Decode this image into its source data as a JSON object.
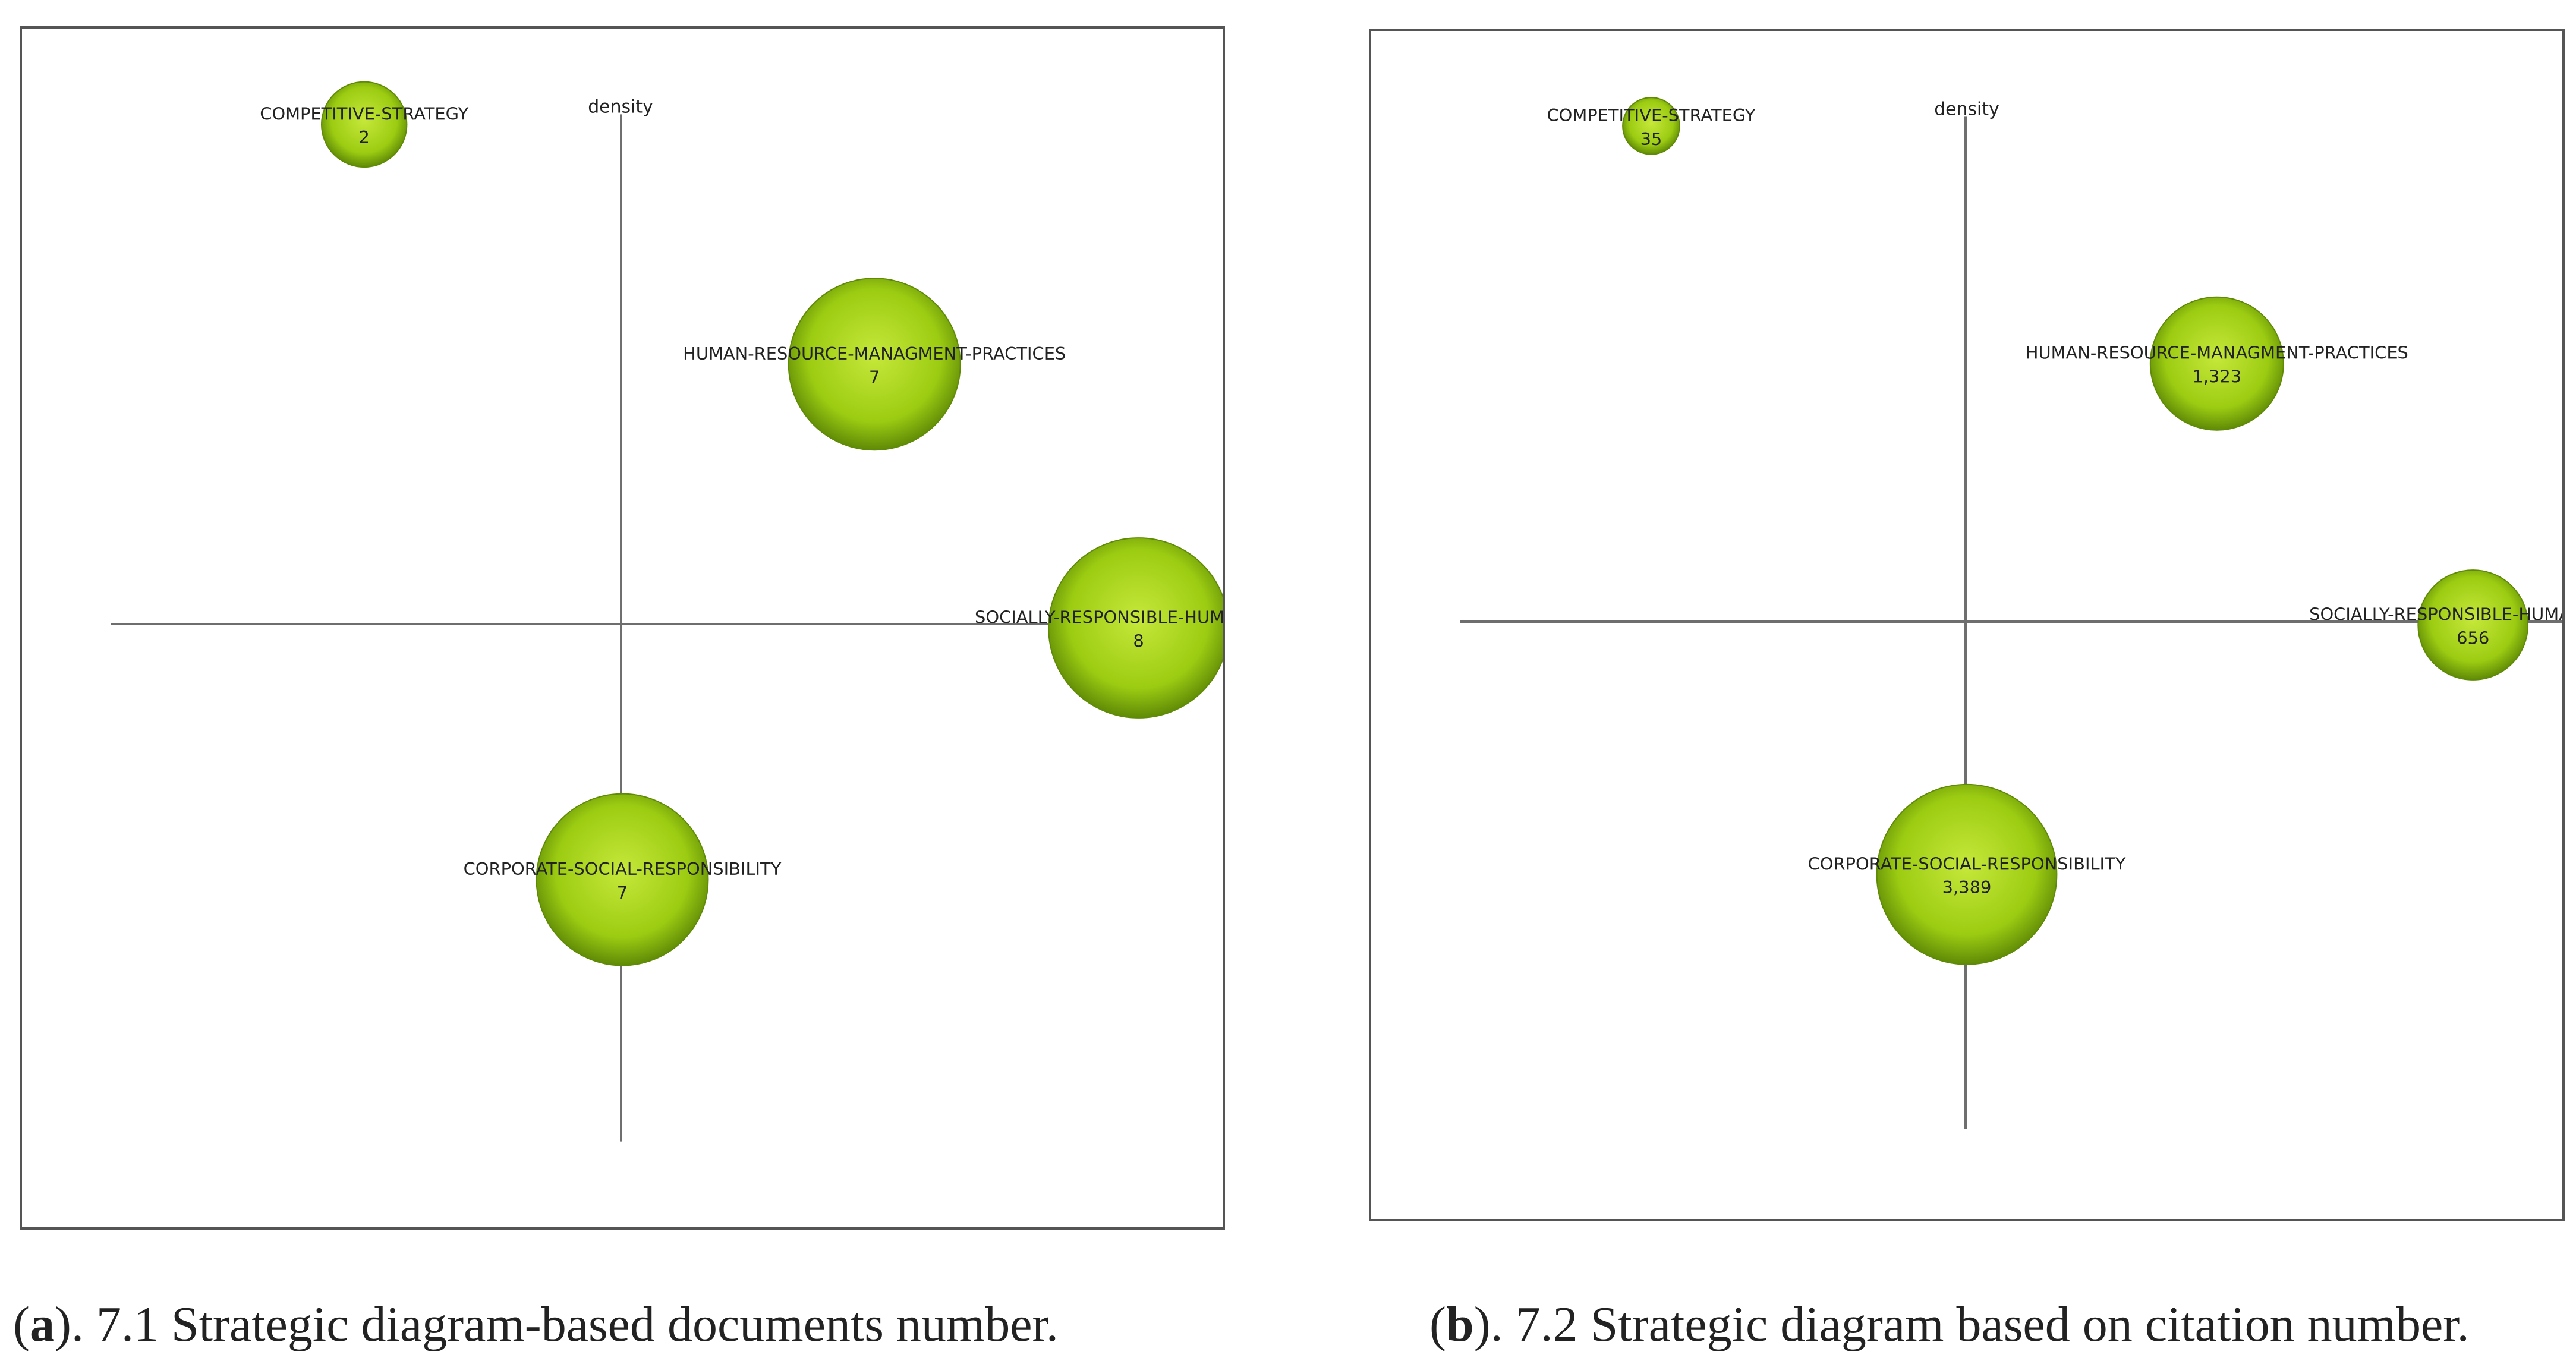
{
  "colors": {
    "bubble_light": "#c6e83a",
    "bubble_mid": "#9ccc12",
    "bubble_dark": "#5f8a06",
    "axis": "#6e6e6e",
    "label": "#222222"
  },
  "captions": {
    "a": {
      "open": "(",
      "letter": "a",
      "text": "). 7.1 Strategic diagram-based documents number."
    },
    "b": {
      "open": "(",
      "letter": "b",
      "text": "). 7.2 Strategic diagram based on citation number."
    }
  },
  "chart_data": [
    {
      "type": "scatter",
      "subtype": "bubble strategic diagram",
      "axis_label": "density",
      "xlim": [
        0,
        100
      ],
      "ylim": [
        0,
        100
      ],
      "grid": false,
      "points": [
        {
          "label": "COMPETITIVE-STRATEGY",
          "value": "2",
          "x": 28.5,
          "y": 92,
          "size": 2
        },
        {
          "label": "HUMAN-RESOURCE-MANAGMENT-PRACTICES",
          "value": "7",
          "x": 71,
          "y": 72,
          "size": 7
        },
        {
          "label": "SOCIALLY-RESPONSIBLE-HUMAN-RESO",
          "value": "8",
          "x": 93,
          "y": 50,
          "size": 8
        },
        {
          "label": "CORPORATE-SOCIAL-RESPONSIBILITY",
          "value": "7",
          "x": 50,
          "y": 29,
          "size": 7
        }
      ]
    },
    {
      "type": "scatter",
      "subtype": "bubble strategic diagram",
      "axis_label": "density",
      "xlim": [
        0,
        100
      ],
      "ylim": [
        0,
        100
      ],
      "grid": false,
      "points": [
        {
          "label": "COMPETITIVE-STRATEGY",
          "value": "35",
          "x": 23.5,
          "y": 92,
          "size": 35
        },
        {
          "label": "HUMAN-RESOURCE-MANAGMENT-PRACTICES",
          "value": "1,323",
          "x": 71,
          "y": 72,
          "size": 1323
        },
        {
          "label": "SOCIALLY-RESPONSIBLE-HUMAN-RESO",
          "value": "656",
          "x": 92.5,
          "y": 50,
          "size": 656
        },
        {
          "label": "CORPORATE-SOCIAL-RESPONSIBILITY",
          "value": "3,389",
          "x": 50,
          "y": 29,
          "size": 3389
        }
      ]
    }
  ]
}
